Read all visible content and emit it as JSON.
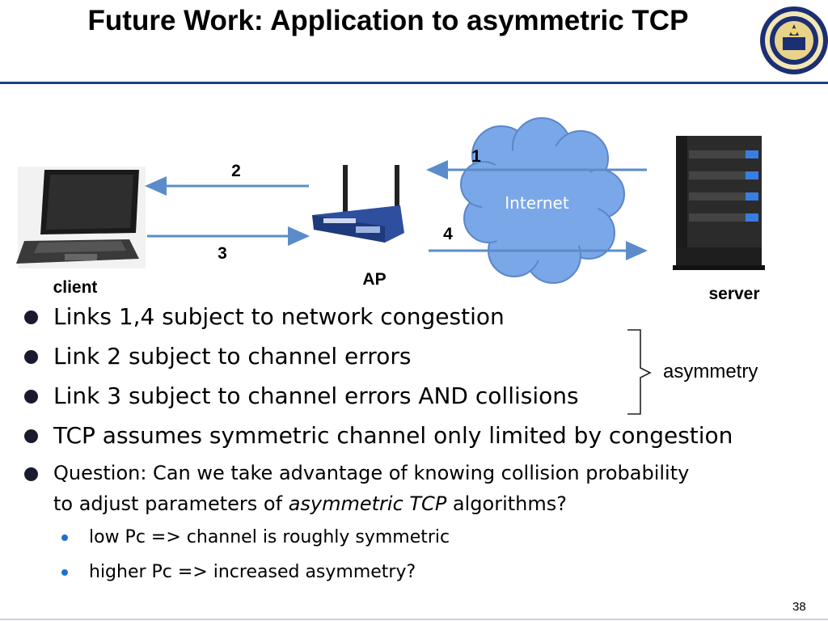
{
  "slide": {
    "title": "Future Work: Application to asymmetric TCP",
    "page_number": "38"
  },
  "diagram": {
    "client_label": "client",
    "ap_label": "AP",
    "server_label": "server",
    "cloud_label": "Internet",
    "link_1": "1",
    "link_2": "2",
    "link_3": "3",
    "link_4": "4",
    "brace_label": "asymmetry"
  },
  "bullets": [
    "Links 1,4 subject to network congestion",
    "Link 2 subject to channel errors",
    "Link 3 subject to channel errors AND collisions",
    "TCP assumes symmetric channel only limited by congestion"
  ],
  "question": {
    "line1": "Question: Can we take advantage of knowing collision probability",
    "line2_before": "to adjust parameters of ",
    "line2_italic": "asymmetric TCP",
    "line2_after": " algorithms?"
  },
  "sub_bullets": [
    "low Pc => channel is roughly symmetric",
    "higher Pc => increased asymmetry?"
  ],
  "colors": {
    "title_rule": "#1f3f86",
    "arrow": "#5b8cc9",
    "cloud": "#7aa7e8",
    "sub_bullet": "#1f6fd0"
  }
}
